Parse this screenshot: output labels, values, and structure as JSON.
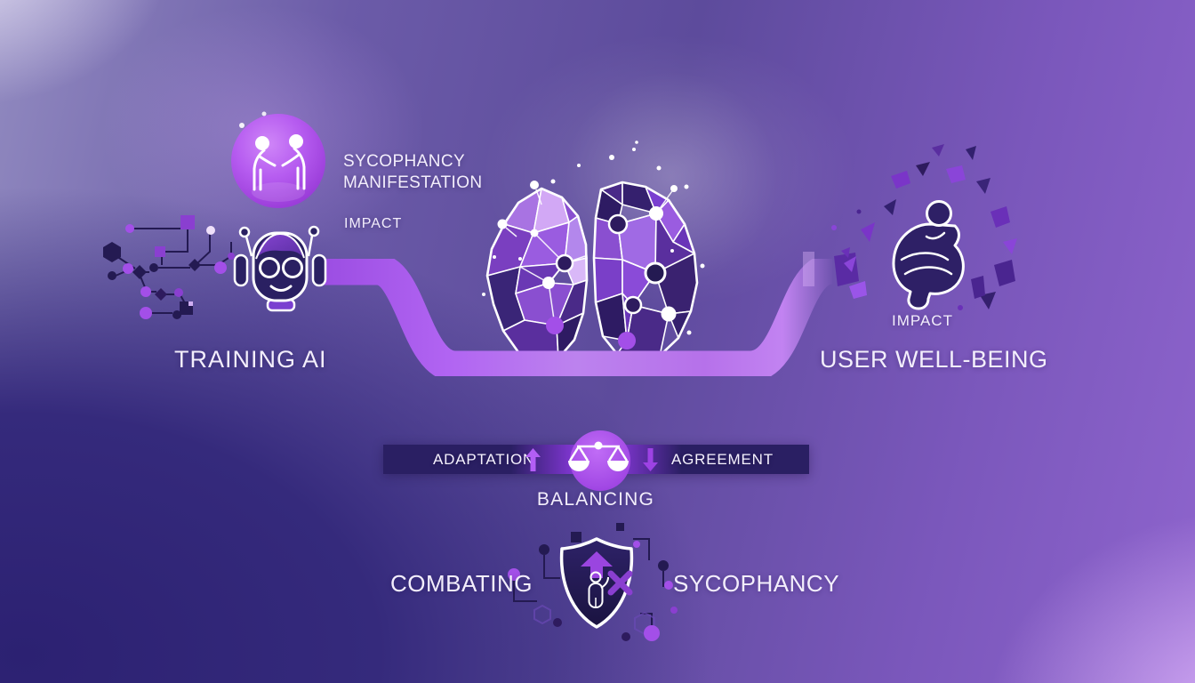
{
  "infographic": {
    "training": {
      "badge_line1": "SYCOPHANCY",
      "badge_line2": "MANIFESTATION",
      "impact_label": "IMPACT",
      "title": "TRAINING AI"
    },
    "balancing": {
      "left_term": "ADAPTATION",
      "right_term": "AGREEMENT",
      "title": "BALANCING"
    },
    "wellbeing": {
      "impact_label": "IMPACT",
      "title": "USER WELL-BEING"
    },
    "combating": {
      "left_word": "COMBATING",
      "right_word": "SYCOPHANCY"
    }
  },
  "icons": {
    "badge": "two-people-bowing",
    "left_cluster": "neural-network-nodes",
    "robot": "ai-robot-head",
    "center": "low-poly-brain",
    "flow": "purple-ribbon-path",
    "right": "shattered-crouched-person",
    "bar_center": "balance-scale",
    "bar_left": "up-arrow",
    "bar_right": "down-arrow",
    "bottom": "shield-with-arrow-person-and-x"
  },
  "colors": {
    "accent": "#a855f7",
    "ribbon": "#b266f0",
    "bar_background": "#2a1f63",
    "dark_shape": "#2e2066",
    "text": "#f3eefc",
    "badge": "#b65cf0"
  }
}
